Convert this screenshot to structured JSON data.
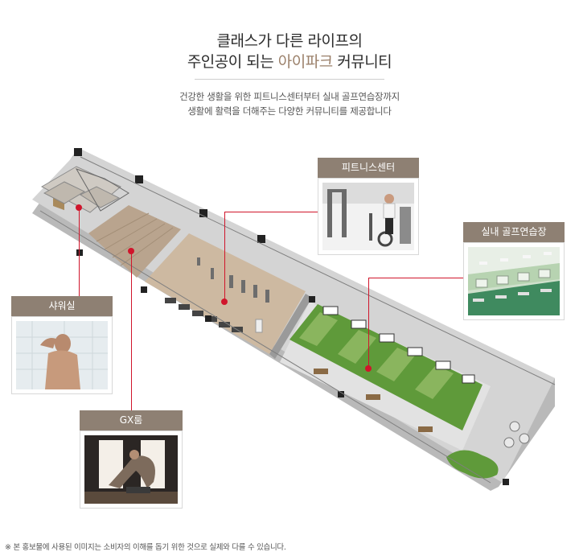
{
  "heading": {
    "line1": "클래스가 다른 라이프의",
    "line2_before": "주인공이 되는 ",
    "line2_accent": "아이파크",
    "line2_after": " 커뮤니티"
  },
  "subheading": {
    "line1": "건강한 생활을 위한 피트니스센터부터 실내 골프연습장까지",
    "line2": "생활에 활력을 더해주는 다양한 커뮤니티를 제공합니다"
  },
  "facilities": [
    {
      "label": "피트니스센터"
    },
    {
      "label": "실내 골프연습장"
    },
    {
      "label": "샤워실"
    },
    {
      "label": "GX룸"
    }
  ],
  "disclaimer": "※ 본 홍보물에 사용된 이미지는 소비자의 이해를 돕기 위한 것으로 실제와 다를 수 있습니다.",
  "colors": {
    "label_bg": "#8e8073",
    "accent": "#9b806a",
    "marker": "#d0152b",
    "golf_turf": "#5f9a3a"
  }
}
